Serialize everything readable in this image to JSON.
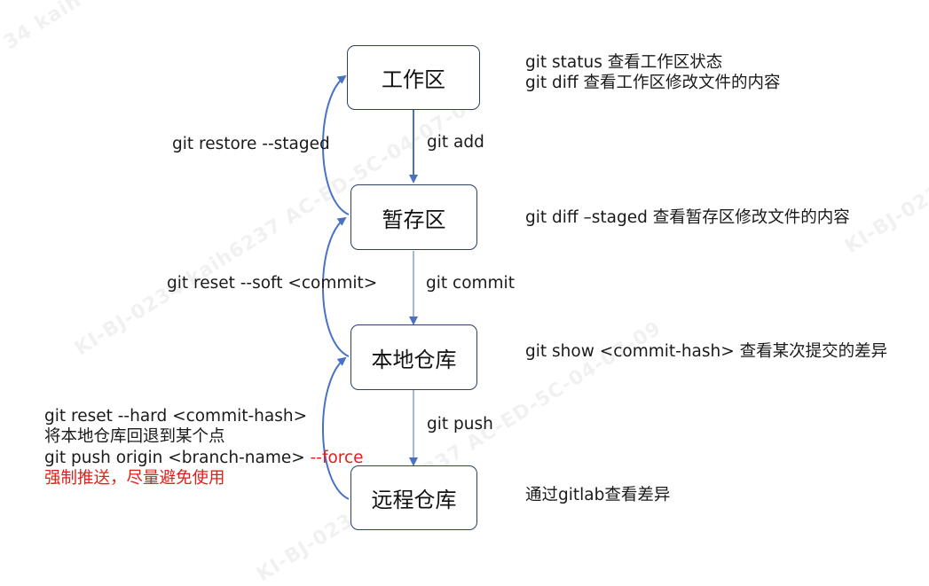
{
  "boxes": {
    "workspace": "工作区",
    "staging": "暂存区",
    "local_repo": "本地仓库",
    "remote_repo": "远程仓库"
  },
  "edges": {
    "add": "git add",
    "commit": "git commit",
    "push": "git push",
    "restore": "git restore --staged",
    "reset_soft": "git reset --soft <commit>"
  },
  "reset_hard": {
    "command": "git reset --hard <commit-hash>",
    "description": "将本地仓库回退到某个点"
  },
  "force_push": {
    "command": "git push origin <branch-name>",
    "flag": "--force",
    "warning": "强制推送，尽量避免使用"
  },
  "notes": {
    "status": "git status 查看工作区状态",
    "diff": "git diff 查看工作区修改文件的内容",
    "diff_staged": "git diff –staged 查看暂存区修改文件的内容",
    "show": "git show <commit-hash> 查看某次提交的差异",
    "gitlab": "通过gitlab查看差异"
  },
  "watermark": {
    "text1": "KI-BJ-0234  kaih6237  AC-ED-5C-04-07-09",
    "text2": "KI-BJ-0234  kaih6237  AC-ED-5C-04-07-09",
    "text3": "KI-BJ-023",
    "text4": "34  kaih"
  },
  "colors": {
    "arrow": "#4a72c4",
    "box_border": "#2f3e66",
    "warning": "#e0201c"
  }
}
